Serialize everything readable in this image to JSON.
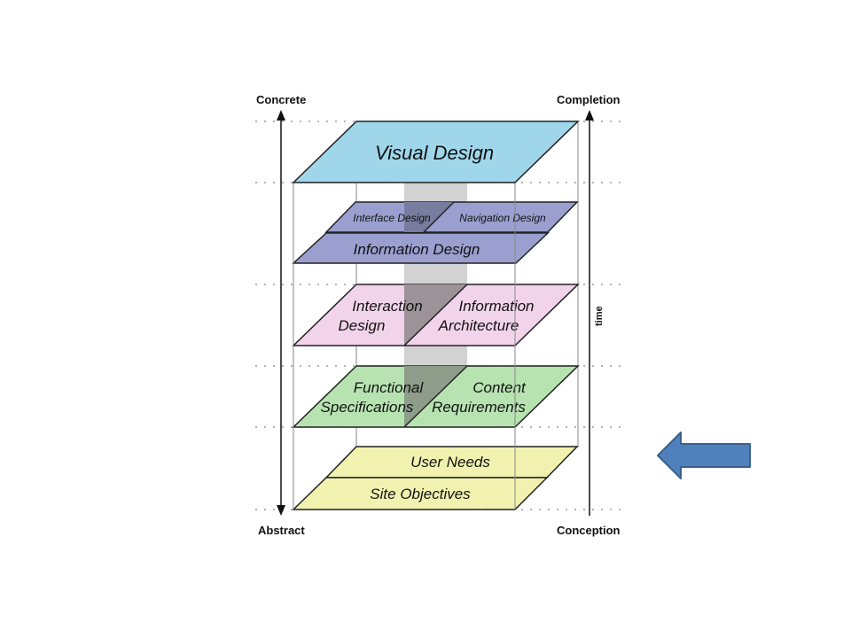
{
  "axis": {
    "top_left": "Concrete",
    "bottom_left": "Abstract",
    "top_right": "Completion",
    "bottom_right": "Conception",
    "time": "time"
  },
  "planes": {
    "surface": {
      "label": "Visual Design",
      "color": "#9fd6ea"
    },
    "skeleton": {
      "interface": "Interface Design",
      "navigation": "Navigation Design",
      "information": "Information Design",
      "color": "#9a9fd0"
    },
    "structure": {
      "left_line1": "Interaction",
      "left_line2": "Design",
      "right_line1": "Information",
      "right_line2": "Architecture",
      "color": "#f2d4ea"
    },
    "scope": {
      "left_line1": "Functional",
      "left_line2": "Specifications",
      "right_line1": "Content",
      "right_line2": "Requirements",
      "color": "#b7e3b1"
    },
    "strategy": {
      "user_needs": "User Needs",
      "site_objectives": "Site Objectives",
      "color": "#f2f2b0"
    }
  },
  "pointer": {
    "icon": "left-arrow-icon",
    "color": "#4f81bd"
  }
}
